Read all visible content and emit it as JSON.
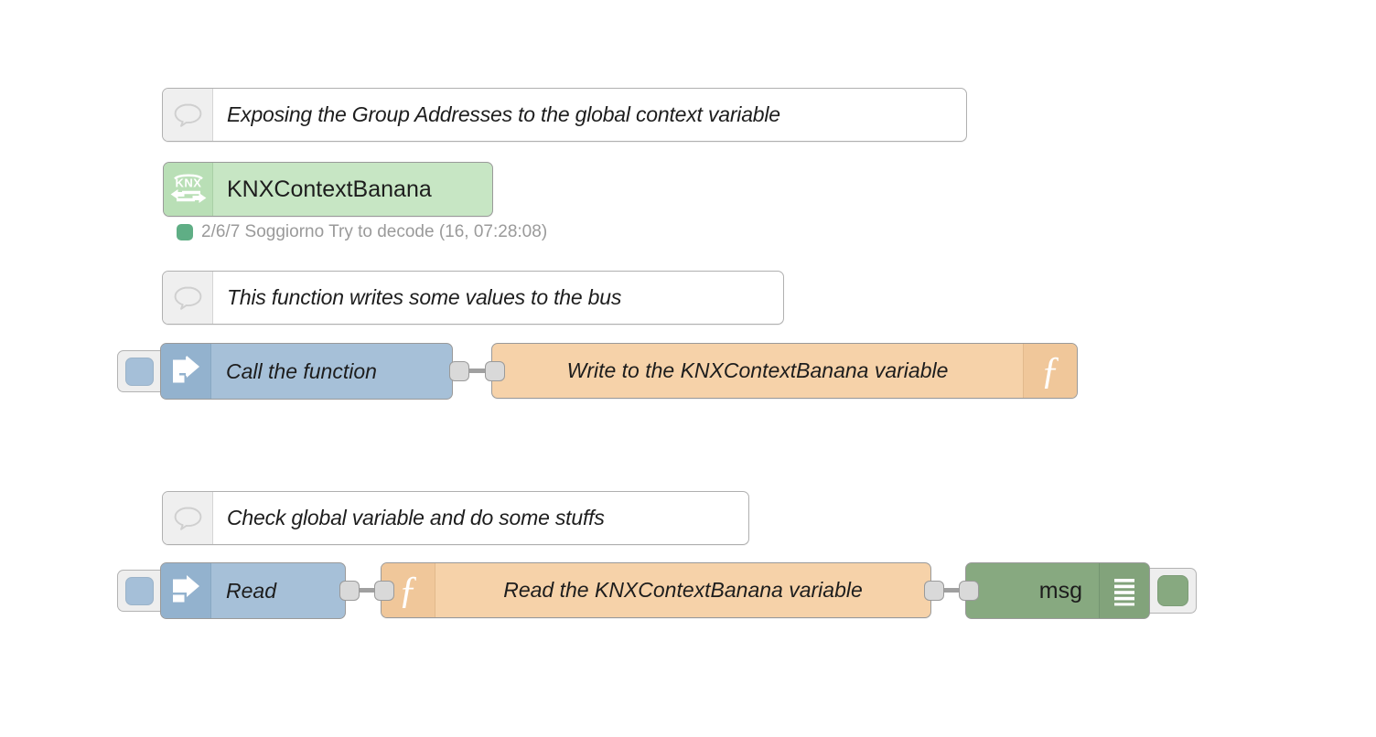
{
  "editor": {
    "name": "node-red-flow-canvas",
    "background": "#ffffff"
  },
  "palette": {
    "comment_fill": "#ffffff",
    "knx_fill": "#c7e6c4",
    "inject_fill": "#a6c0d8",
    "function_fill": "#f6d2a9",
    "debug_fill": "#87a980",
    "status_green": "#5fae85",
    "wire": "#a0a0a0",
    "port": "#d9d9d9"
  },
  "nodes": {
    "comment_exposing": {
      "label": "Exposing the Group Addresses to the global context variable",
      "icon": "comment-icon",
      "type": "comment"
    },
    "knx_context_banana": {
      "label": "KNXContextBanana",
      "icon": "knx-icon",
      "icon_text": "KNX",
      "type": "knx",
      "status": "2/6/7 Soggiorno Try to decode (16, 07:28:08)"
    },
    "comment_writes": {
      "label": "This function writes some values to the bus",
      "icon": "comment-icon",
      "type": "comment"
    },
    "inject_call": {
      "label": "Call the function",
      "icon": "inject-arrow-icon",
      "type": "inject"
    },
    "function_write": {
      "label": "Write to the KNXContextBanana variable",
      "icon": "function-f-icon",
      "icon_glyph": "ƒ",
      "icon_side": "right",
      "type": "function"
    },
    "comment_check": {
      "label": "Check global variable and do some stuffs",
      "icon": "comment-icon",
      "type": "comment"
    },
    "inject_read": {
      "label": "Read",
      "icon": "inject-arrow-icon",
      "type": "inject"
    },
    "function_read": {
      "label": "Read the KNXContextBanana variable",
      "icon": "function-f-icon",
      "icon_glyph": "ƒ",
      "icon_side": "left",
      "type": "function"
    },
    "debug_msg": {
      "label": "msg",
      "icon": "debug-lines-icon",
      "type": "debug"
    }
  }
}
